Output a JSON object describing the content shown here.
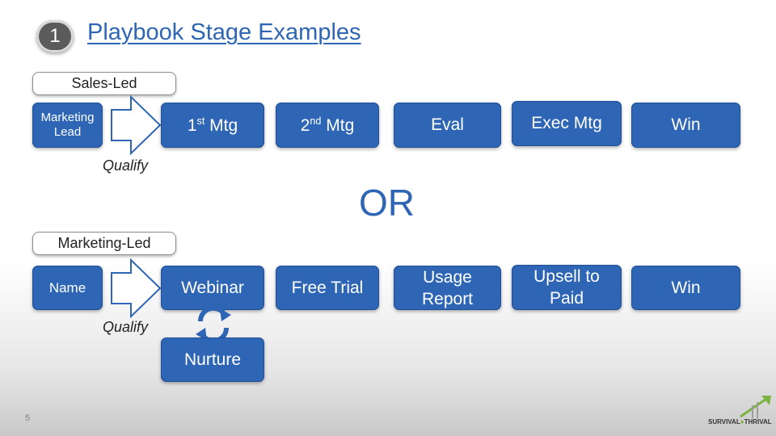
{
  "slide": {
    "number_badge": "1",
    "title": "Playbook Stage Examples",
    "page_number": "5"
  },
  "sales_led": {
    "tag": "Sales-Led",
    "entry": "Marketing Lead",
    "qualify": "Qualify",
    "stages": [
      {
        "base": "1",
        "sup": "st",
        "rest": " Mtg"
      },
      {
        "base": "2",
        "sup": "nd",
        "rest": " Mtg"
      },
      {
        "label": "Eval"
      },
      {
        "label": "Exec Mtg"
      },
      {
        "label": "Win"
      }
    ]
  },
  "separator": "OR",
  "marketing_led": {
    "tag": "Marketing-Led",
    "entry": "Name",
    "qualify": "Qualify",
    "stages": [
      {
        "label": "Webinar"
      },
      {
        "label": "Free Trial"
      },
      {
        "label": "Usage Report"
      },
      {
        "label": "Upsell to Paid"
      },
      {
        "label": "Win"
      }
    ],
    "loop_box": "Nurture"
  },
  "logo": {
    "text_left": "SURVIVAL",
    "text_right": "THRIVAL",
    "accent_color": "#7cb342"
  },
  "colors": {
    "box": "#2e66b5",
    "title": "#2e66b5",
    "badge": "#5b5b5b"
  }
}
